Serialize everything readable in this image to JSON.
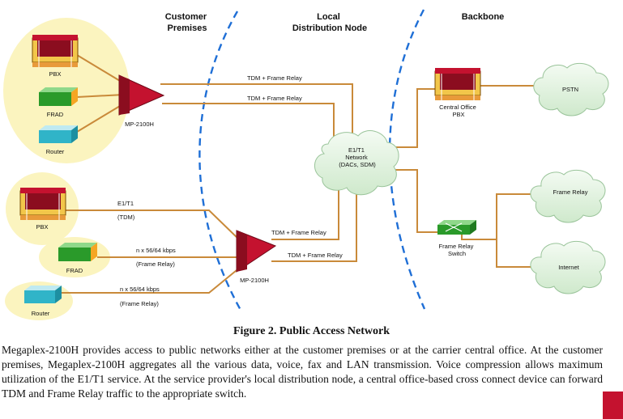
{
  "zones": {
    "customer_premises": "Customer\nPremises",
    "local_node": "Local\nDistribution Node",
    "backbone": "Backbone"
  },
  "devices": {
    "pbx_top": "PBX",
    "frad_top": "FRAD",
    "router_top": "Router",
    "mux_top": "MP-2100H",
    "pbx_bottom": "PBX",
    "frad_bottom": "FRAD",
    "router_bottom": "Router",
    "mux_bottom": "MP-2100H",
    "network_cloud": "E1/T1\nNetwork\n(DACs, SDM)",
    "central_office_pbx": "Central Office\nPBX",
    "pstn": "PSTN",
    "fr_switch": "Frame Relay\nSwitch",
    "frame_relay_cloud": "Frame Relay",
    "internet": "Internet"
  },
  "links": {
    "top_tdm_fr_1": "TDM + Frame Relay",
    "top_tdm_fr_2": "TDM + Frame Relay",
    "e1t1_label": "E1/T1",
    "tdm_label": "(TDM)",
    "nx_frad": "n x 56/64 kbps",
    "fr_frad": "(Frame Relay)",
    "nx_router": "n x 56/64 kbps",
    "fr_router": "(Frame Relay)",
    "bottom_tdm_fr_1": "TDM + Frame Relay",
    "bottom_tdm_fr_2": "TDM + Frame Relay"
  },
  "caption": "Figure 2.  Public Access Network",
  "body": "Megaplex-2100H provides access to public networks either at the customer premises or at the carrier central office. At the customer premises, Megaplex-2100H aggregates all the various data, voice, fax and LAN transmission. Voice compression allows maximum utilization of the E1/T1 service. At the service provider's local distribution node, a central office-based cross connect device can forward TDM and Frame Relay traffic to the appropriate switch.",
  "colors": {
    "link": "#c98a3a",
    "zone_line": "#1f6fd6",
    "highlight": "#fbf4bf",
    "device_red": "#c4122f",
    "cloud_fill": "#e8f6e6"
  }
}
